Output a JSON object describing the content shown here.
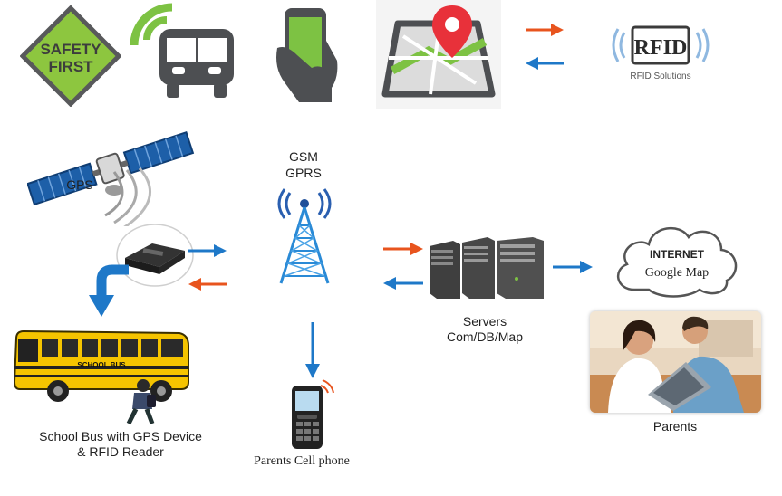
{
  "labels": {
    "gps": "GPS",
    "gsm": "GSM",
    "gprs": "GPRS",
    "servers": "Servers",
    "servers_sub": "Com/DB/Map",
    "internet": "INTERNET",
    "google_map": "Google Map",
    "parents": "Parents",
    "parents_phone": "Parents Cell phone",
    "bus_line1": "School Bus with GPS Device",
    "bus_line2": "& RFID Reader"
  },
  "signs": {
    "safety_line1": "SAFETY",
    "safety_line2": "FIRST",
    "rfid_logo": "RFID",
    "rfid_caption": "RFID Solutions",
    "school_bus": "SCHOOL BUS"
  },
  "colors": {
    "arrow_blue": "#1e78c8",
    "arrow_orange": "#e8541e",
    "icon_gray": "#4d4f52",
    "icon_green": "#7dc243",
    "tower_blue": "#2a8ad6",
    "bus_yellow": "#f5c400"
  }
}
